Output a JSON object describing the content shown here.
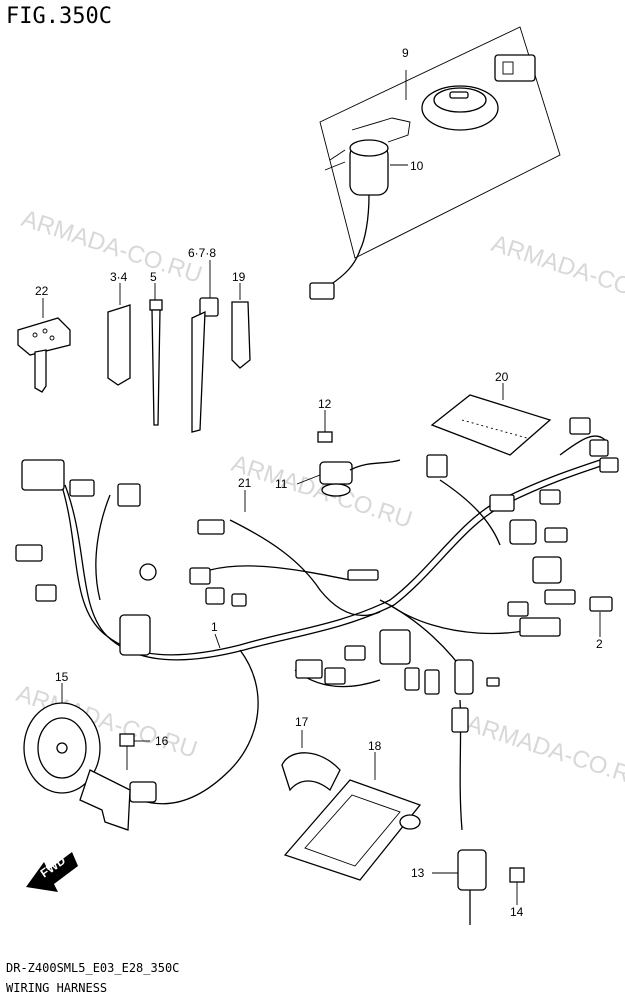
{
  "title": "FIG.350C",
  "footer": {
    "code": "DR-Z400SML5_E03_E28_350C",
    "name": "WIRING HARNESS"
  },
  "watermark": "ARMADA-CO.RU",
  "fwd_label": "FWD",
  "callouts": {
    "c1": "1",
    "c2": "2",
    "c34": "3·4",
    "c5": "5",
    "c678": "6·7·8",
    "c9": "9",
    "c10": "10",
    "c11": "11",
    "c12": "12",
    "c13": "13",
    "c14": "14",
    "c15": "15",
    "c16": "16",
    "c17": "17",
    "c18": "18",
    "c19": "19",
    "c20": "20",
    "c21": "21",
    "c22": "22"
  }
}
